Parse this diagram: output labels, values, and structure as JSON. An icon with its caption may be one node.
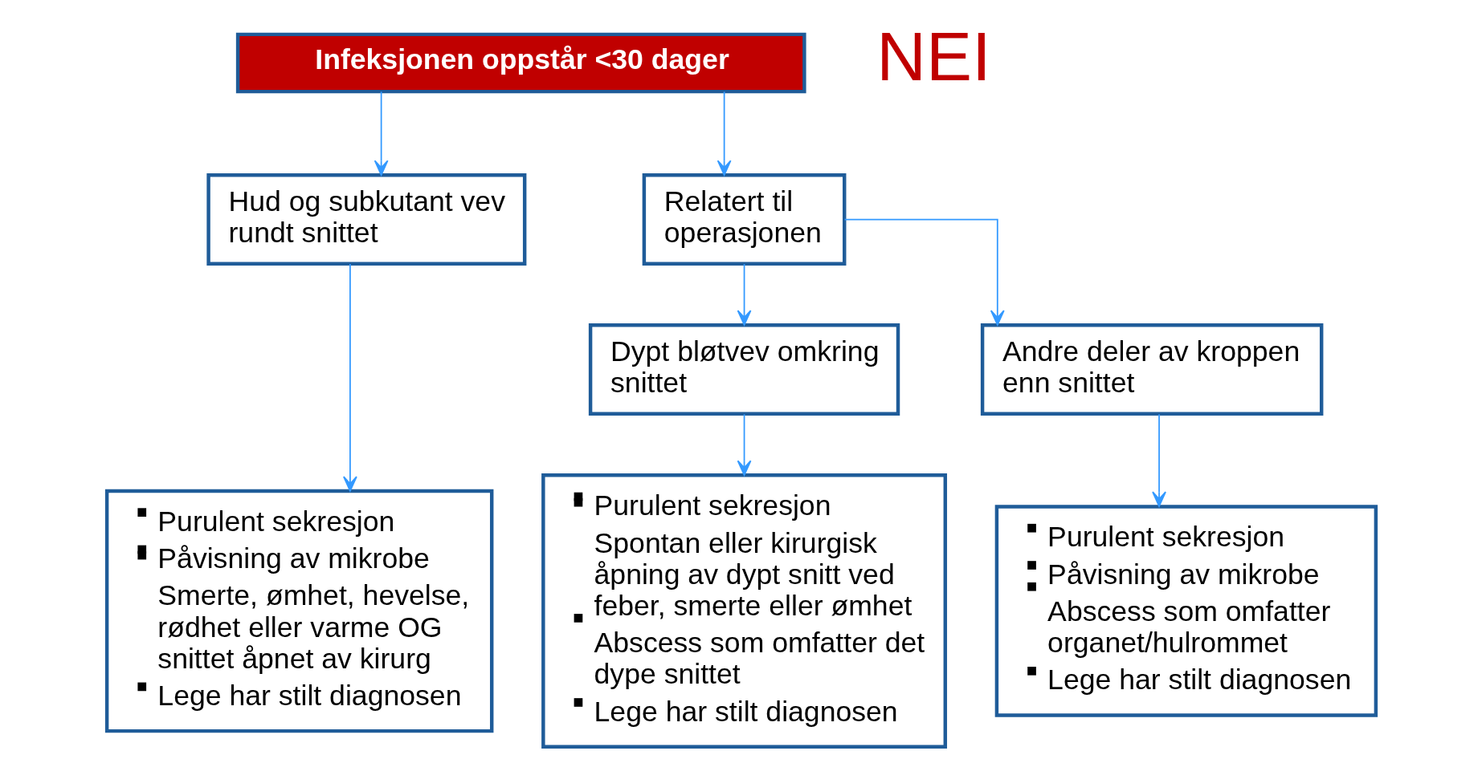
{
  "diagram": {
    "nodes": [
      {
        "text": [
          "Infeksjonen oppstår <30 dager"
        ]
      },
      {
        "text": [
          "Hud og subkutant vev rundt snittet"
        ]
      },
      {
        "text": [
          "Relatert til operasjonen"
        ]
      },
      {
        "text": [
          "Dypt bløtvev omkring snittet"
        ]
      },
      {
        "text": [
          "Andre deler av kroppen enn snittet"
        ]
      },
      {
        "text": [
          "Purulent sekresjon",
          "Påvisning av mikrobe",
          "Smerte, ømhet, hevelse, rødhet eller varme OG snittet åpnet av kirurg",
          "Lege har stilt diagnosen"
        ]
      },
      {
        "text": [
          "Purulent sekresjon",
          "Spontan eller kirurgisk åpning av dypt snitt ved feber, smerte eller ømhet",
          "Abscess som omfatter det dype snittet",
          "Lege har stilt diagnosen"
        ]
      },
      {
        "text": [
          "Purulent sekresjon",
          "Påvisning av mikrobe",
          "Abscess som omfatter organet/hulrommet",
          "Lege har stilt diagnosen"
        ]
      }
    ],
    "edges": [
      {
        "from": 0,
        "to": 1,
        "arrow": "to"
      },
      {
        "from": 0,
        "to": 2,
        "arrow": "to"
      },
      {
        "from": 2,
        "to": 3,
        "arrow": "to"
      },
      {
        "from": 2,
        "to": 4,
        "arrow": "to"
      },
      {
        "from": 1,
        "to": 5,
        "arrow": "to"
      },
      {
        "from": 3,
        "to": 6,
        "arrow": "to"
      },
      {
        "from": 4,
        "to": 7,
        "arrow": "to"
      }
    ],
    "labels": [
      "NEI"
    ]
  }
}
